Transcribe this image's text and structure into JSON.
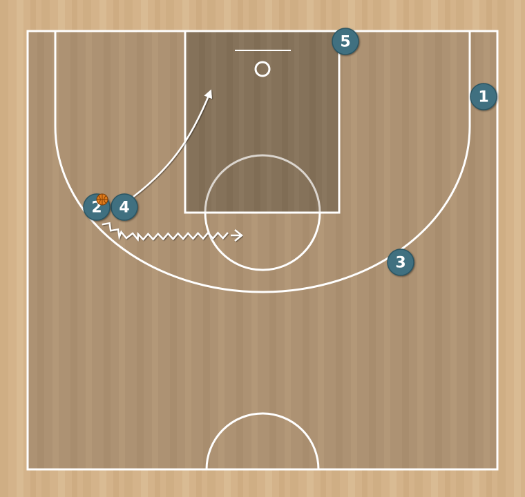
{
  "colors": {
    "wood_light": "#d4b38a",
    "wood_floor": "#ad9273",
    "paint": "#85725a",
    "lines": "#ffffff",
    "player": "#3f7080",
    "player_border": "#2b5563",
    "ball": "#e07b1a"
  },
  "players": [
    {
      "id": "p1",
      "label": "1"
    },
    {
      "id": "p2",
      "label": "2",
      "has_ball": true
    },
    {
      "id": "p3",
      "label": "3"
    },
    {
      "id": "p4",
      "label": "4"
    },
    {
      "id": "p5",
      "label": "5"
    }
  ],
  "actions": [
    {
      "type": "cut",
      "from_player": "4"
    },
    {
      "type": "dribble",
      "from_player": "2"
    }
  ]
}
